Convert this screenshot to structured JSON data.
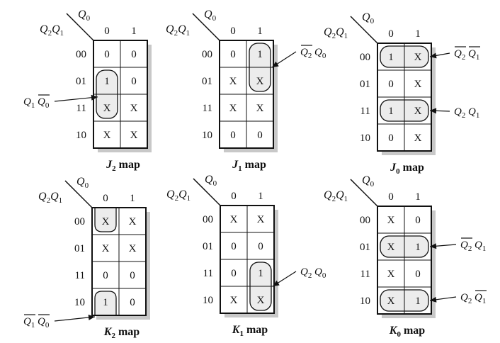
{
  "col_var": "Q",
  "col_sub": "0",
  "row_var_a": "Q",
  "row_sub_a": "2",
  "row_var_b": "Q",
  "row_sub_b": "1",
  "col_labels": [
    "0",
    "1"
  ],
  "row_labels": [
    "00",
    "01",
    "11",
    "10"
  ],
  "title_suffix": "map",
  "maps": [
    {
      "letter": "J",
      "sub": "2",
      "cells": [
        [
          "0",
          "0"
        ],
        [
          "1",
          "0"
        ],
        [
          "X",
          "X"
        ],
        [
          "X",
          "X"
        ]
      ],
      "annotations": [
        {
          "parts": [
            {
              "v": "Q",
              "s": "1",
              "bar": false
            },
            {
              "v": "Q",
              "s": "0",
              "bar": true
            }
          ]
        }
      ]
    },
    {
      "letter": "J",
      "sub": "1",
      "cells": [
        [
          "0",
          "1"
        ],
        [
          "X",
          "X"
        ],
        [
          "X",
          "X"
        ],
        [
          "0",
          "0"
        ]
      ],
      "annotations": [
        {
          "parts": [
            {
              "v": "Q",
              "s": "2",
              "bar": true
            },
            {
              "v": "Q",
              "s": "0",
              "bar": false
            }
          ]
        }
      ]
    },
    {
      "letter": "J",
      "sub": "0",
      "cells": [
        [
          "1",
          "X"
        ],
        [
          "0",
          "X"
        ],
        [
          "1",
          "X"
        ],
        [
          "0",
          "X"
        ]
      ],
      "annotations": [
        {
          "parts": [
            {
              "v": "Q",
              "s": "2",
              "bar": true
            },
            {
              "v": "Q",
              "s": "1",
              "bar": true
            }
          ]
        },
        {
          "parts": [
            {
              "v": "Q",
              "s": "2",
              "bar": false
            },
            {
              "v": "Q",
              "s": "1",
              "bar": false
            }
          ]
        }
      ]
    },
    {
      "letter": "K",
      "sub": "2",
      "cells": [
        [
          "X",
          "X"
        ],
        [
          "X",
          "X"
        ],
        [
          "0",
          "0"
        ],
        [
          "1",
          "0"
        ]
      ],
      "annotations": [
        {
          "parts": [
            {
              "v": "Q",
              "s": "1",
              "bar": true
            },
            {
              "v": "Q",
              "s": "0",
              "bar": true
            }
          ]
        }
      ]
    },
    {
      "letter": "K",
      "sub": "1",
      "cells": [
        [
          "X",
          "X"
        ],
        [
          "0",
          "0"
        ],
        [
          "0",
          "1"
        ],
        [
          "X",
          "X"
        ]
      ],
      "annotations": [
        {
          "parts": [
            {
              "v": "Q",
              "s": "2",
              "bar": false
            },
            {
              "v": "Q",
              "s": "0",
              "bar": false
            }
          ]
        }
      ]
    },
    {
      "letter": "K",
      "sub": "0",
      "cells": [
        [
          "X",
          "0"
        ],
        [
          "X",
          "1"
        ],
        [
          "X",
          "0"
        ],
        [
          "X",
          "1"
        ]
      ],
      "annotations": [
        {
          "parts": [
            {
              "v": "Q",
              "s": "2",
              "bar": true
            },
            {
              "v": "Q",
              "s": "1",
              "bar": false
            }
          ]
        },
        {
          "parts": [
            {
              "v": "Q",
              "s": "2",
              "bar": false
            },
            {
              "v": "Q",
              "s": "1",
              "bar": true
            }
          ]
        }
      ]
    }
  ]
}
